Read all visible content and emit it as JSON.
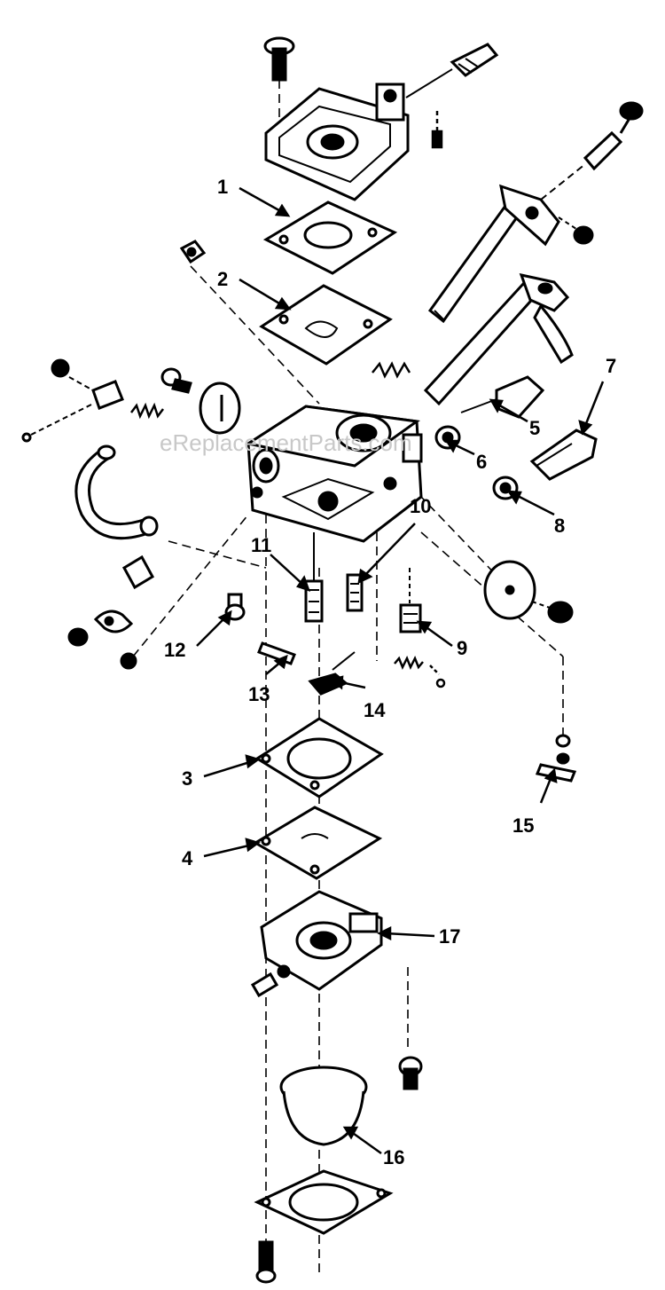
{
  "watermark": "eReplacementParts.com",
  "callouts": [
    {
      "id": "1",
      "label": "1"
    },
    {
      "id": "2",
      "label": "2"
    },
    {
      "id": "3",
      "label": "3"
    },
    {
      "id": "4",
      "label": "4"
    },
    {
      "id": "5",
      "label": "5"
    },
    {
      "id": "6",
      "label": "6"
    },
    {
      "id": "7",
      "label": "7"
    },
    {
      "id": "8",
      "label": "8"
    },
    {
      "id": "9",
      "label": "9"
    },
    {
      "id": "10",
      "label": "10"
    },
    {
      "id": "11",
      "label": "11"
    },
    {
      "id": "12",
      "label": "12"
    },
    {
      "id": "13",
      "label": "13"
    },
    {
      "id": "14",
      "label": "14"
    },
    {
      "id": "15",
      "label": "15"
    },
    {
      "id": "16",
      "label": "16"
    },
    {
      "id": "17",
      "label": "17"
    }
  ],
  "colors": {
    "ink": "#000000",
    "paper": "#ffffff",
    "watermark": "#c8c8c8"
  }
}
